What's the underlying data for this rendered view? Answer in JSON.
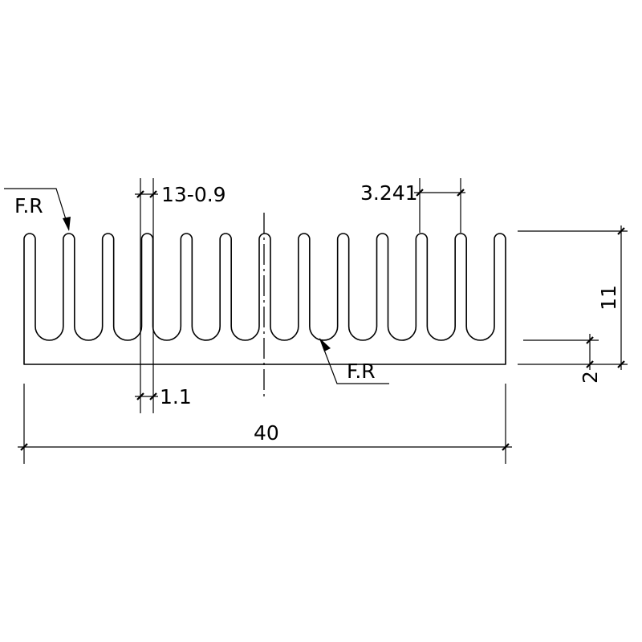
{
  "drawing": {
    "type": "heat-sink cross-section",
    "fin_count": 13,
    "line_color": "#000000",
    "background": "#ffffff"
  },
  "labels": {
    "fillet_top": "F.R",
    "fillet_bottom": "F.R",
    "fin_spec": "13-0.9",
    "fin_pitch": "3.241",
    "root_width": "1.1",
    "total_width": "40",
    "total_height": "11",
    "base_thickness": "2"
  }
}
